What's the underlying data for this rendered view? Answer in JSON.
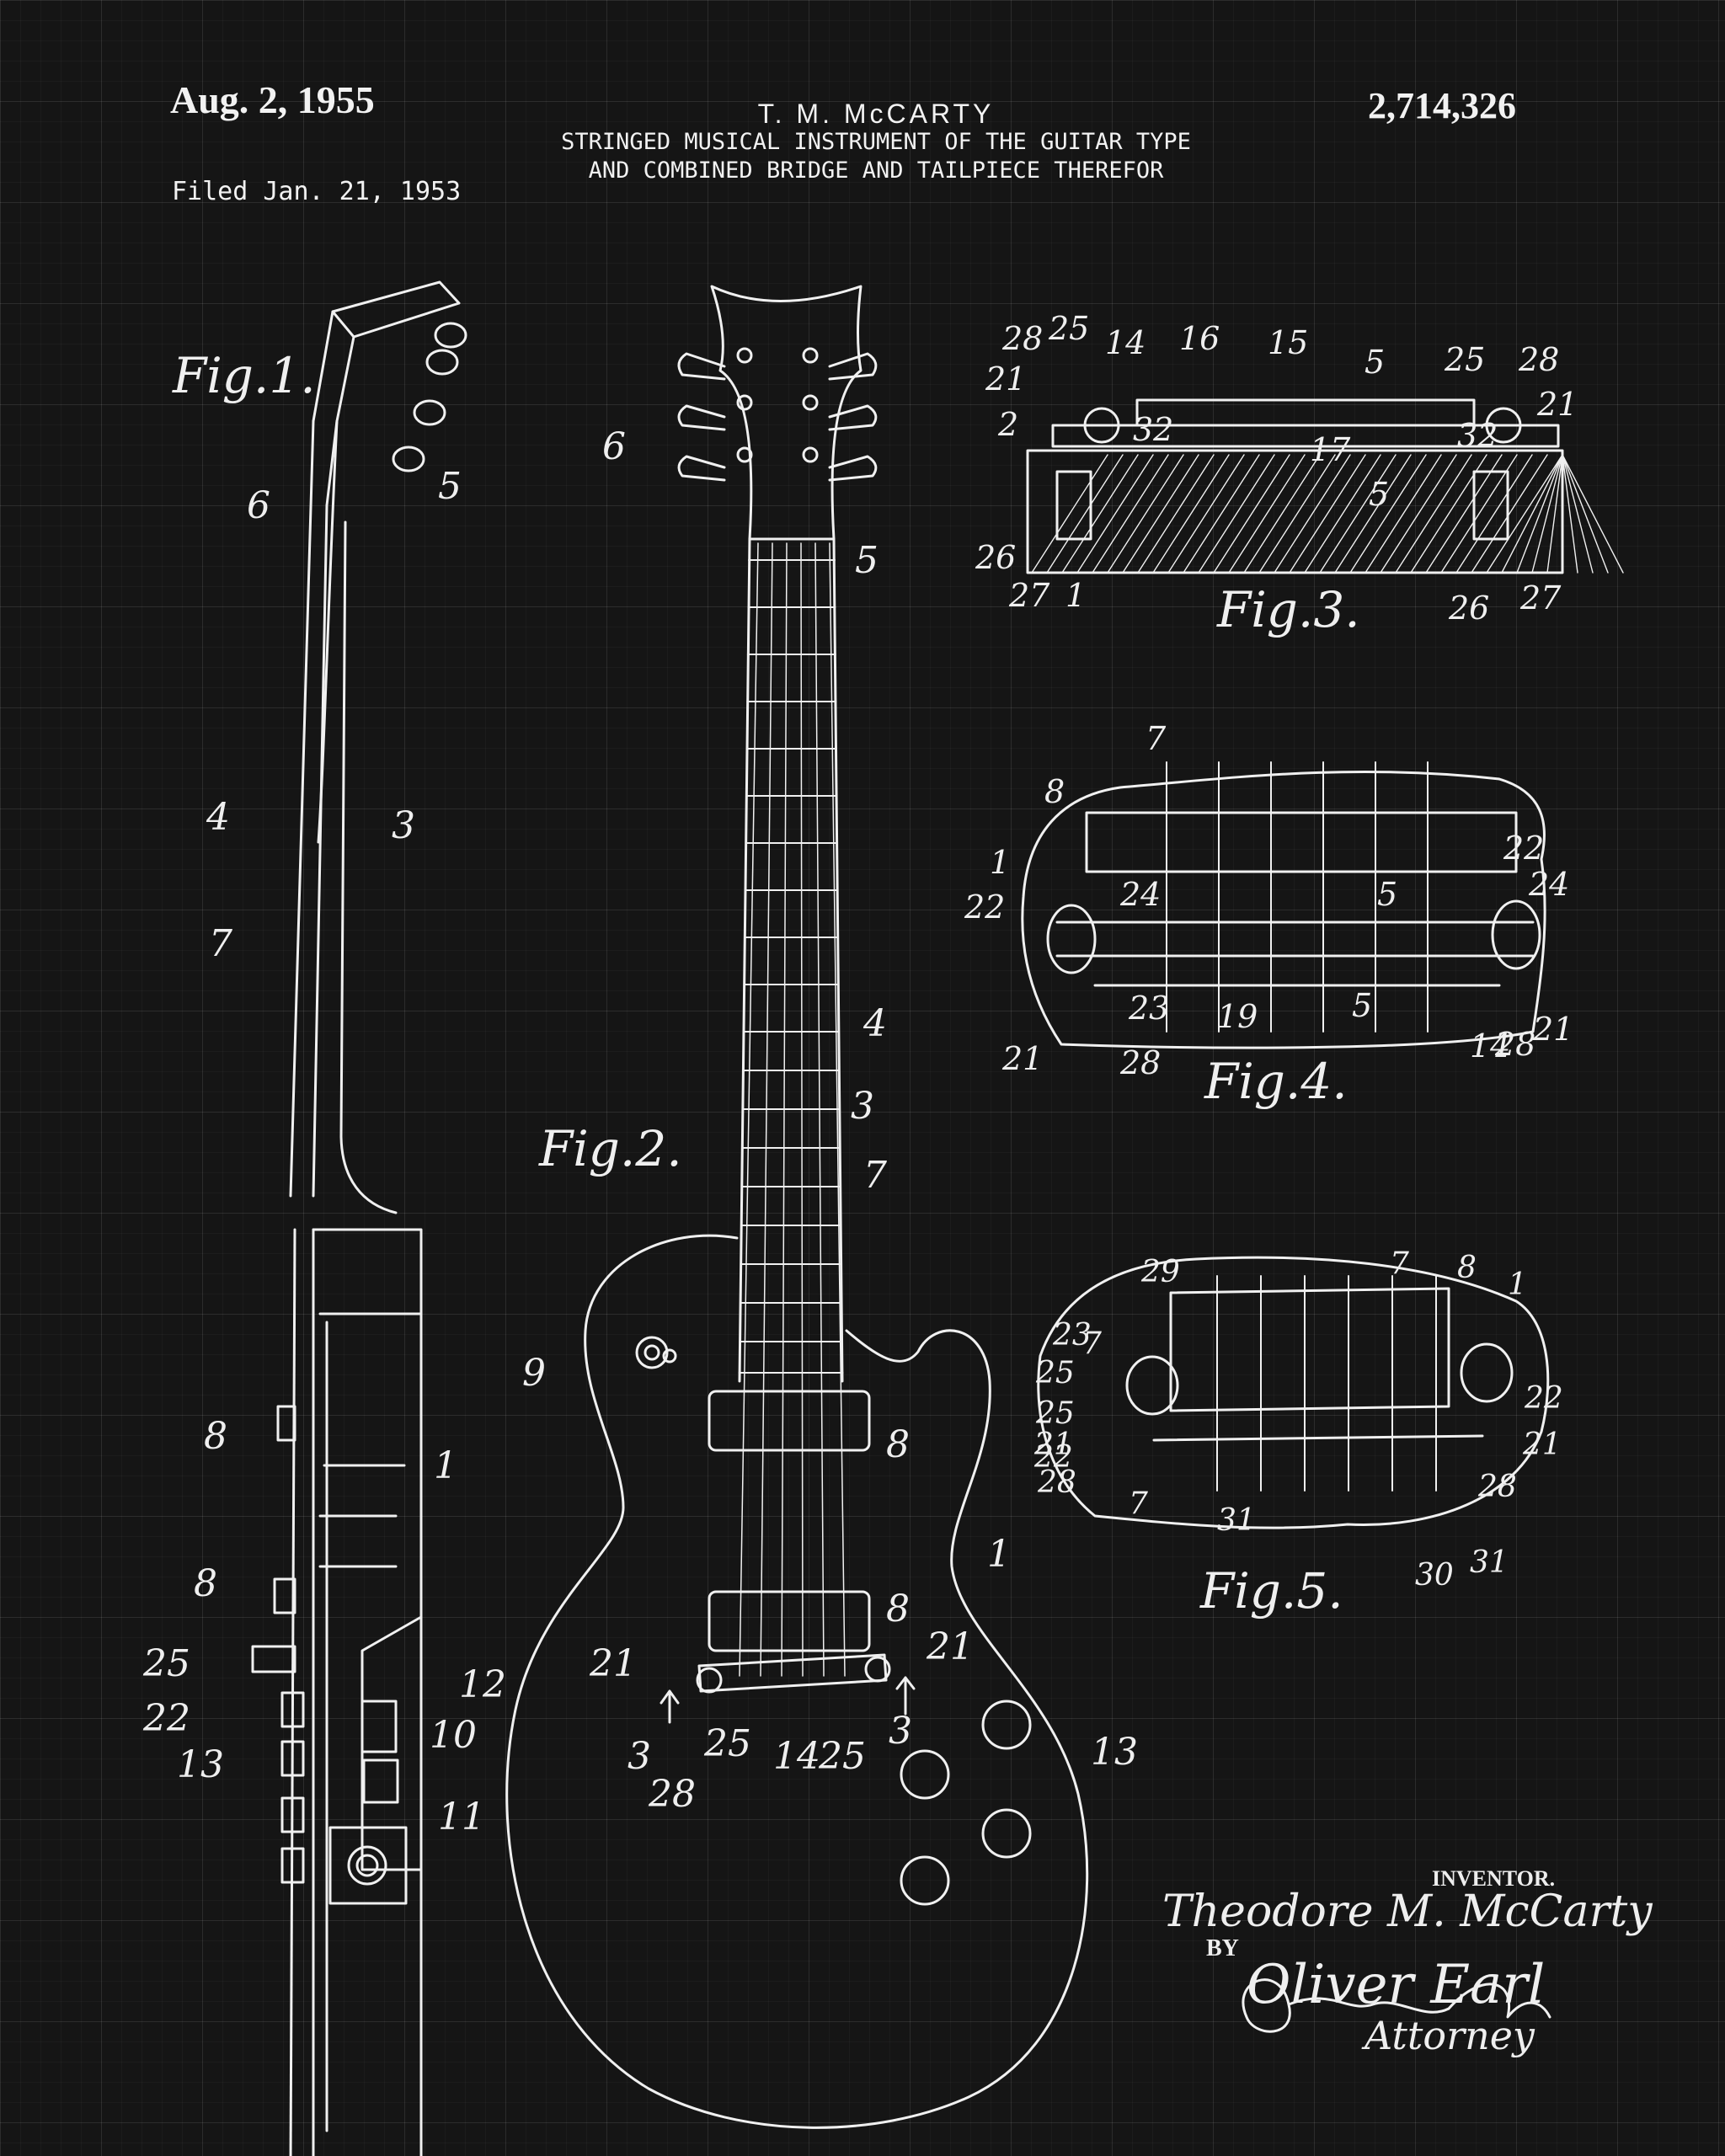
{
  "header": {
    "date": "Aug. 2, 1955",
    "inventor": "T. M. McCARTY",
    "title_line1": "STRINGED MUSICAL INSTRUMENT OF THE GUITAR TYPE",
    "title_line2": "AND COMBINED BRIDGE AND TAILPIECE THEREFOR",
    "patent_number": "2,714,326",
    "filed": "Filed Jan. 21, 1953"
  },
  "figures": {
    "fig1": "Fig.1.",
    "fig2": "Fig.2.",
    "fig3": "Fig.3.",
    "fig4": "Fig.4.",
    "fig5": "Fig.5."
  },
  "fig1_refs": [
    "6",
    "5",
    "4",
    "3",
    "7",
    "8",
    "1",
    "8",
    "25",
    "22",
    "13",
    "12",
    "10",
    "11"
  ],
  "fig2_refs": [
    "6",
    "5",
    "4",
    "3",
    "7",
    "9",
    "8",
    "1",
    "8",
    "21",
    "21",
    "3",
    "25",
    "14",
    "25",
    "3",
    "28",
    "13"
  ],
  "fig3_refs": [
    "28",
    "25",
    "14",
    "16",
    "15",
    "5",
    "25",
    "28",
    "21",
    "2",
    "32",
    "17",
    "32",
    "21",
    "5",
    "26",
    "27",
    "1",
    "26",
    "27"
  ],
  "fig4_refs": [
    "7",
    "8",
    "1",
    "22",
    "24",
    "5",
    "22",
    "24",
    "23",
    "19",
    "5",
    "21",
    "28",
    "14",
    "28",
    "21"
  ],
  "fig5_refs": [
    "29",
    "7",
    "8",
    "1",
    "23",
    "7",
    "25",
    "25",
    "21",
    "22",
    "22",
    "21",
    "28",
    "7",
    "31",
    "30",
    "31",
    "28"
  ],
  "signature_block": {
    "inventor_label": "INVENTOR.",
    "inventor_signature": "Theodore M. McCarty",
    "by_label": "BY",
    "attorney_signature": "Oliver Earl",
    "attorney_label": "Attorney"
  },
  "colors": {
    "background": "#151515",
    "ink": "#f2f2f2",
    "grid": "#2a2a2a"
  }
}
